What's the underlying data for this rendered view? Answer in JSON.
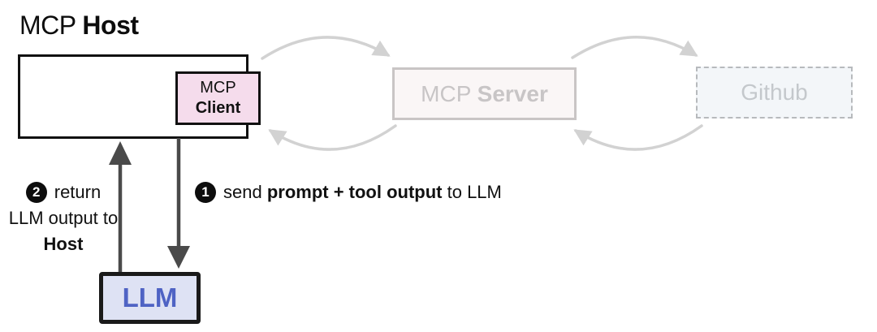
{
  "title": {
    "prefix": "MCP ",
    "bold": "Host"
  },
  "client": {
    "line1": "MCP",
    "line2": "Client"
  },
  "server": {
    "prefix": "MCP ",
    "bold": "Server"
  },
  "github": {
    "label": "Github"
  },
  "llm": {
    "label": "LLM"
  },
  "steps": {
    "step1": {
      "number": "1",
      "pre": "send ",
      "bold": "prompt + tool output",
      "post": " to LLM"
    },
    "step2": {
      "number": "2",
      "line1": "return",
      "line2": "LLM output to",
      "line3": "Host"
    }
  },
  "colors": {
    "box_border_dark": "#111111",
    "client_box_bg": "#f5dcec",
    "server_box_bg": "#faf6f6",
    "server_box_border": "#c9c5c5",
    "faded_text": "#c8c5c6",
    "github_box_bg": "#f3f6f9",
    "github_box_border": "#b7babd",
    "github_text": "#c4c8cc",
    "llm_box_bg": "#dee2f4",
    "llm_text": "#4f63c4",
    "arrow_gray": "#d2d2d2",
    "arrow_dark": "#4a4a4a"
  }
}
